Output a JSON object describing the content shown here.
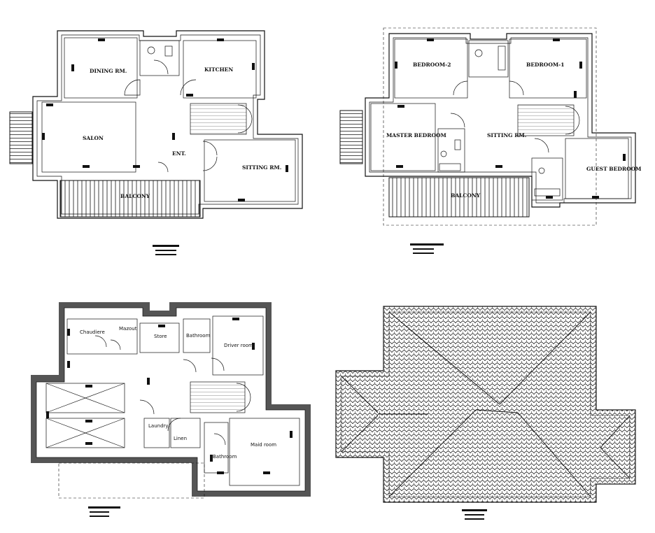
{
  "sheet": {
    "bg": "#ffffff",
    "line_color": "#111111",
    "plans": [
      {
        "id": "ground-floor",
        "rooms": [
          "DINING RM.",
          "KITCHEN",
          "SALON",
          "ENT.",
          "SITTING RM.",
          "BALCONY"
        ]
      },
      {
        "id": "first-floor",
        "rooms": [
          "BEDROOM-2",
          "BEDROOM-1",
          "MASTER BEDROOM",
          "SITTING RM.",
          "GUEST BEDROOM",
          "BALCONY"
        ]
      },
      {
        "id": "basement",
        "rooms": [
          "Chaudiere",
          "Mazout",
          "Store",
          "Bathroom",
          "Driver room",
          "Laundry",
          "Linen",
          "Bathroom",
          "Maid room"
        ]
      },
      {
        "id": "roof",
        "rooms": []
      }
    ]
  }
}
